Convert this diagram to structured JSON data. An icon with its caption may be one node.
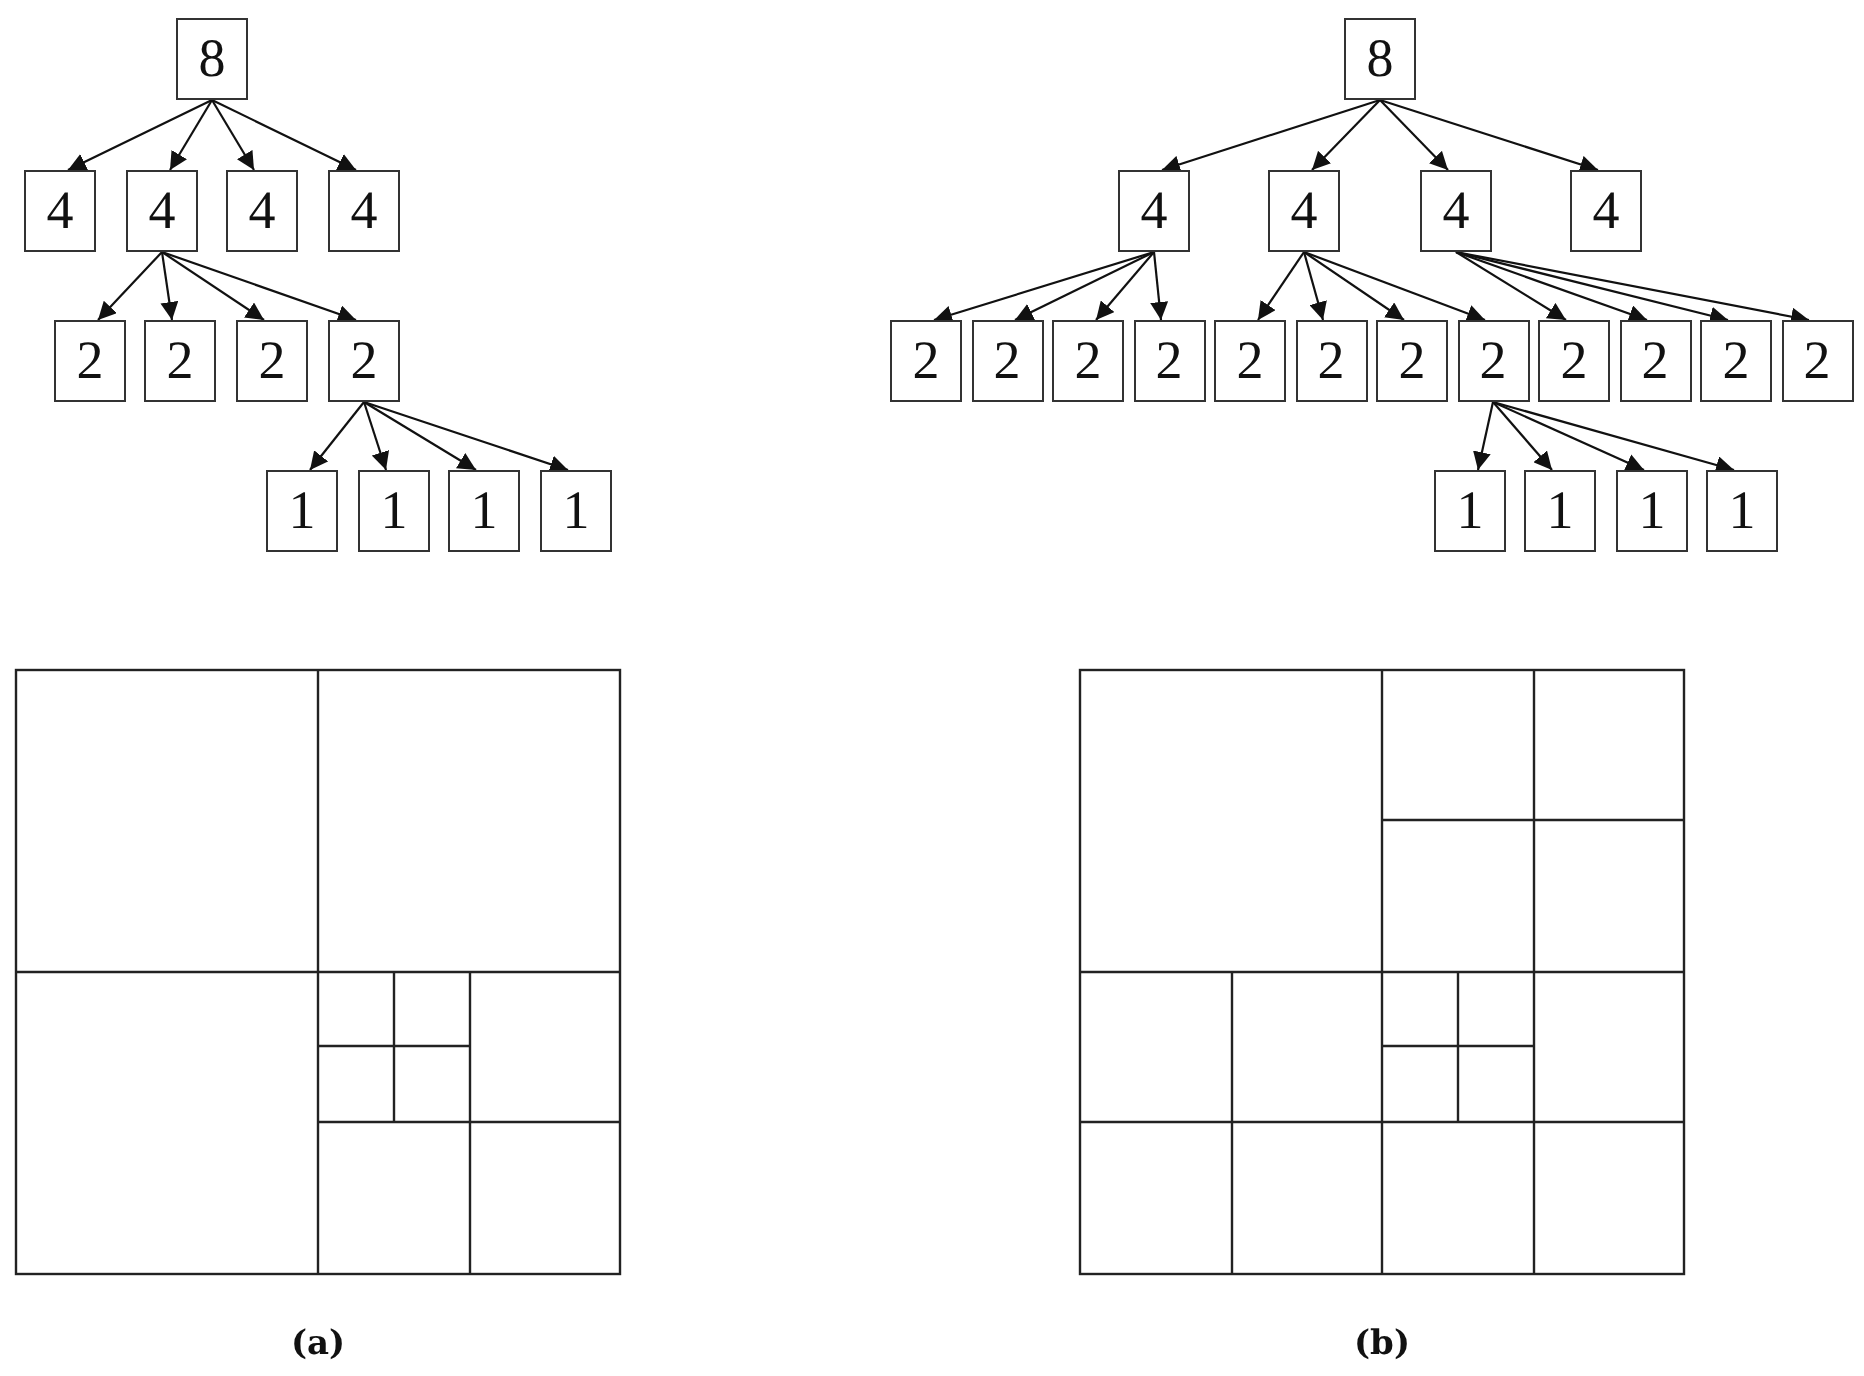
{
  "diagram": {
    "nodes": [
      {
        "text": [
          "8"
        ]
      },
      {
        "text": [
          "4"
        ]
      },
      {
        "text": [
          "4"
        ]
      },
      {
        "text": [
          "4"
        ]
      },
      {
        "text": [
          "4"
        ]
      },
      {
        "text": [
          "2"
        ]
      },
      {
        "text": [
          "2"
        ]
      },
      {
        "text": [
          "2"
        ]
      },
      {
        "text": [
          "2"
        ]
      },
      {
        "text": [
          "1"
        ]
      },
      {
        "text": [
          "1"
        ]
      },
      {
        "text": [
          "1"
        ]
      },
      {
        "text": [
          "1"
        ]
      },
      {
        "text": [
          "8"
        ]
      },
      {
        "text": [
          "4"
        ]
      },
      {
        "text": [
          "4"
        ]
      },
      {
        "text": [
          "4"
        ]
      },
      {
        "text": [
          "4"
        ]
      },
      {
        "text": [
          "2"
        ]
      },
      {
        "text": [
          "2"
        ]
      },
      {
        "text": [
          "2"
        ]
      },
      {
        "text": [
          "2"
        ]
      },
      {
        "text": [
          "2"
        ]
      },
      {
        "text": [
          "2"
        ]
      },
      {
        "text": [
          "2"
        ]
      },
      {
        "text": [
          "2"
        ]
      },
      {
        "text": [
          "2"
        ]
      },
      {
        "text": [
          "2"
        ]
      },
      {
        "text": [
          "2"
        ]
      },
      {
        "text": [
          "2"
        ]
      },
      {
        "text": [
          "1"
        ]
      },
      {
        "text": [
          "1"
        ]
      },
      {
        "text": [
          "1"
        ]
      },
      {
        "text": [
          "1"
        ]
      }
    ],
    "edges": [
      {
        "from": 0,
        "to": 1,
        "arrow": "to"
      },
      {
        "from": 0,
        "to": 2,
        "arrow": "to"
      },
      {
        "from": 0,
        "to": 3,
        "arrow": "to"
      },
      {
        "from": 0,
        "to": 4,
        "arrow": "to"
      },
      {
        "from": 2,
        "to": 5,
        "arrow": "to"
      },
      {
        "from": 2,
        "to": 6,
        "arrow": "to"
      },
      {
        "from": 2,
        "to": 7,
        "arrow": "to"
      },
      {
        "from": 2,
        "to": 8,
        "arrow": "to"
      },
      {
        "from": 8,
        "to": 9,
        "arrow": "to"
      },
      {
        "from": 8,
        "to": 10,
        "arrow": "to"
      },
      {
        "from": 8,
        "to": 11,
        "arrow": "to"
      },
      {
        "from": 8,
        "to": 12,
        "arrow": "to"
      },
      {
        "from": 13,
        "to": 14,
        "arrow": "to"
      },
      {
        "from": 13,
        "to": 15,
        "arrow": "to"
      },
      {
        "from": 13,
        "to": 16,
        "arrow": "to"
      },
      {
        "from": 13,
        "to": 17,
        "arrow": "to"
      },
      {
        "from": 14,
        "to": 18,
        "arrow": "to"
      },
      {
        "from": 14,
        "to": 19,
        "arrow": "to"
      },
      {
        "from": 14,
        "to": 20,
        "arrow": "to"
      },
      {
        "from": 14,
        "to": 21,
        "arrow": "to"
      },
      {
        "from": 15,
        "to": 22,
        "arrow": "to"
      },
      {
        "from": 15,
        "to": 23,
        "arrow": "to"
      },
      {
        "from": 15,
        "to": 24,
        "arrow": "to"
      },
      {
        "from": 15,
        "to": 25,
        "arrow": "to"
      },
      {
        "from": 16,
        "to": 26,
        "arrow": "to"
      },
      {
        "from": 16,
        "to": 27,
        "arrow": "to"
      },
      {
        "from": 16,
        "to": 28,
        "arrow": "to"
      },
      {
        "from": 16,
        "to": 29,
        "arrow": "to"
      },
      {
        "from": 25,
        "to": 30,
        "arrow": "to"
      },
      {
        "from": 25,
        "to": 31,
        "arrow": "to"
      },
      {
        "from": 25,
        "to": 32,
        "arrow": "to"
      },
      {
        "from": 25,
        "to": 33,
        "arrow": "to"
      }
    ],
    "labels": [
      "(a)",
      "(b)"
    ]
  }
}
